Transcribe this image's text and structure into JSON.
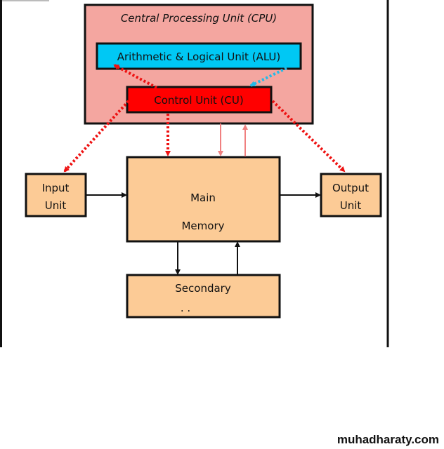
{
  "diagram": {
    "cpu": {
      "label": "Central Processing Unit (CPU)"
    },
    "alu": {
      "label": "Arithmetic & Logical Unit (ALU)"
    },
    "cu": {
      "label": "Control Unit (CU)"
    },
    "input": {
      "line1": "Input",
      "line2": "Unit"
    },
    "output": {
      "line1": "Output",
      "line2": "Unit"
    },
    "main_memory": {
      "line1": "Main",
      "line2": "Memory"
    },
    "secondary": {
      "line1": "Secondary",
      "line2": ". ."
    }
  },
  "watermark": "muhadharaty.com",
  "colors": {
    "cpu": "#f4a6a0",
    "alu": "#00c8f4",
    "cu": "#ff0000",
    "unit": "#fccb96",
    "dotted_red": "#ee1111",
    "dotted_cyan": "#22bbe8",
    "bus": "#f08080"
  }
}
